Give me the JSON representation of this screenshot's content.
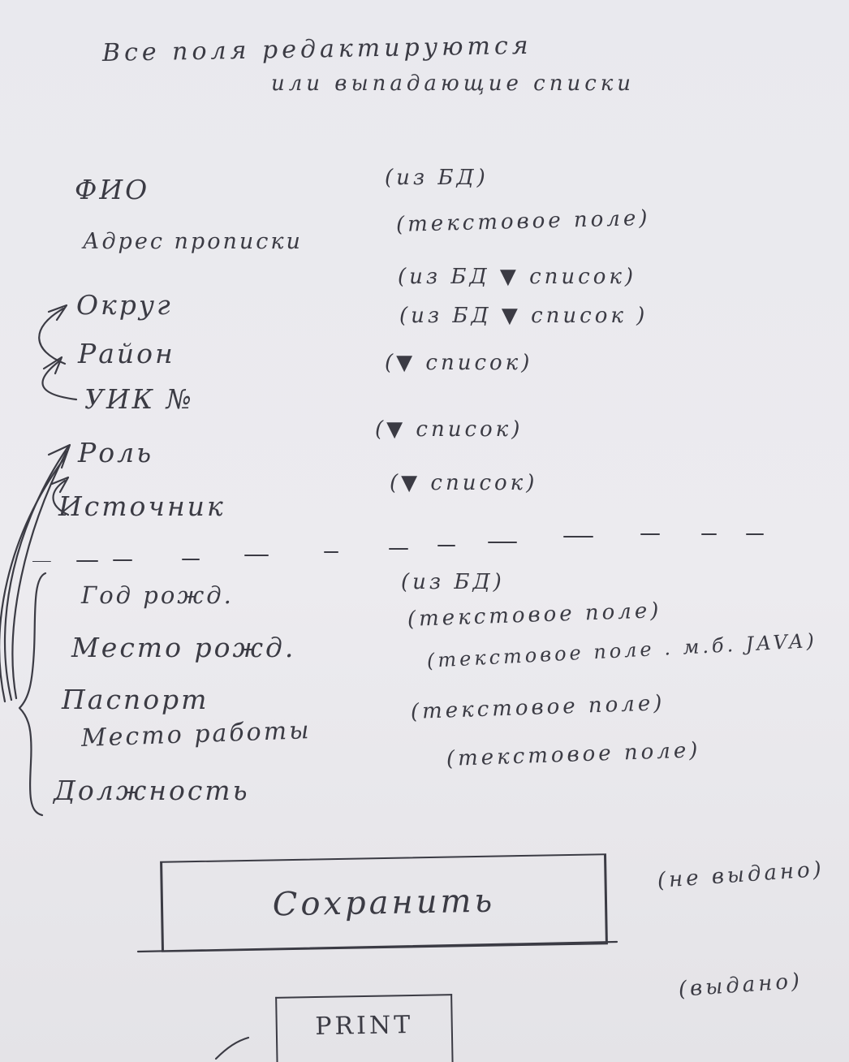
{
  "header": {
    "line1": "Все поля редактируются",
    "line2": "или выпадающие списки"
  },
  "fields": [
    {
      "label": "ФИО",
      "note": "(из БД)"
    },
    {
      "label": "Адрес прописки",
      "note": "(текстовое поле)"
    },
    {
      "label": "Округ",
      "note": "(из БД ▼ список)"
    },
    {
      "label": "Район",
      "note": "(из БД ▼ список )"
    },
    {
      "label": "УИК №",
      "note": "(▼ список)"
    },
    {
      "label": "Роль",
      "note": "(▼ список)"
    },
    {
      "label": "Источник",
      "note": "(▼ список)"
    }
  ],
  "fields2": [
    {
      "label": "Год рожд.",
      "note": "(из БД)"
    },
    {
      "label": "Место рожд.",
      "note": "(текстовое поле)"
    },
    {
      "label": "Паспорт",
      "note": "(текстовое поле . м.б. JAVA)"
    },
    {
      "label": "Место работы",
      "note": "(текстовое поле)"
    },
    {
      "label": "Должность",
      "note": "(текстовое поле)"
    }
  ],
  "buttons": {
    "save_label": "Сохранить",
    "save_note": "(не выдано)",
    "print_label": "PRINT",
    "print_note": "(выдано)"
  }
}
